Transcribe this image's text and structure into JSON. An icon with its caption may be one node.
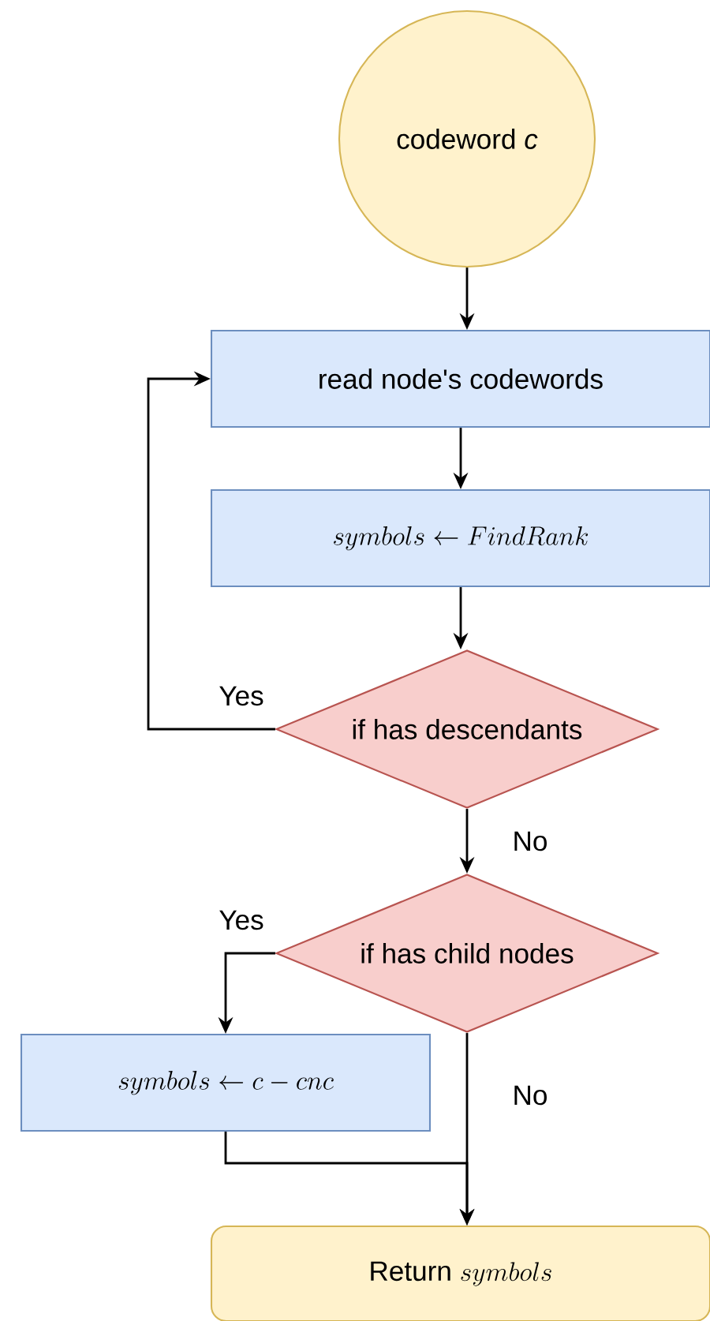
{
  "diagram": {
    "nodes": [
      {
        "text": [
          "codeword *c*"
        ]
      },
      {
        "text": [
          "read node's codewords"
        ]
      },
      {
        "text": [
          "symbols \\leftarrow FindRank"
        ]
      },
      {
        "text": [
          "if has descendants"
        ]
      },
      {
        "text": [
          "if has child nodes"
        ]
      },
      {
        "text": [
          "symbols \\leftarrow c - cnc"
        ]
      },
      {
        "text": [
          "\\mbox{Return } symbols"
        ]
      }
    ],
    "edges": [
      {
        "from": 0,
        "to": 1,
        "arrow": "to"
      },
      {
        "from": 1,
        "to": 2,
        "arrow": "to"
      },
      {
        "from": 2,
        "to": 3,
        "arrow": "to"
      },
      {
        "from": 3,
        "to": 1,
        "arrow": "to",
        "label": "Yes"
      },
      {
        "from": 3,
        "to": 4,
        "arrow": "to",
        "label": "No"
      },
      {
        "from": 4,
        "to": 5,
        "arrow": "to",
        "label": "Yes"
      },
      {
        "from": 4,
        "to": 6,
        "arrow": "to",
        "label": "No"
      },
      {
        "from": 5,
        "to": 6,
        "arrow": "to"
      }
    ]
  }
}
